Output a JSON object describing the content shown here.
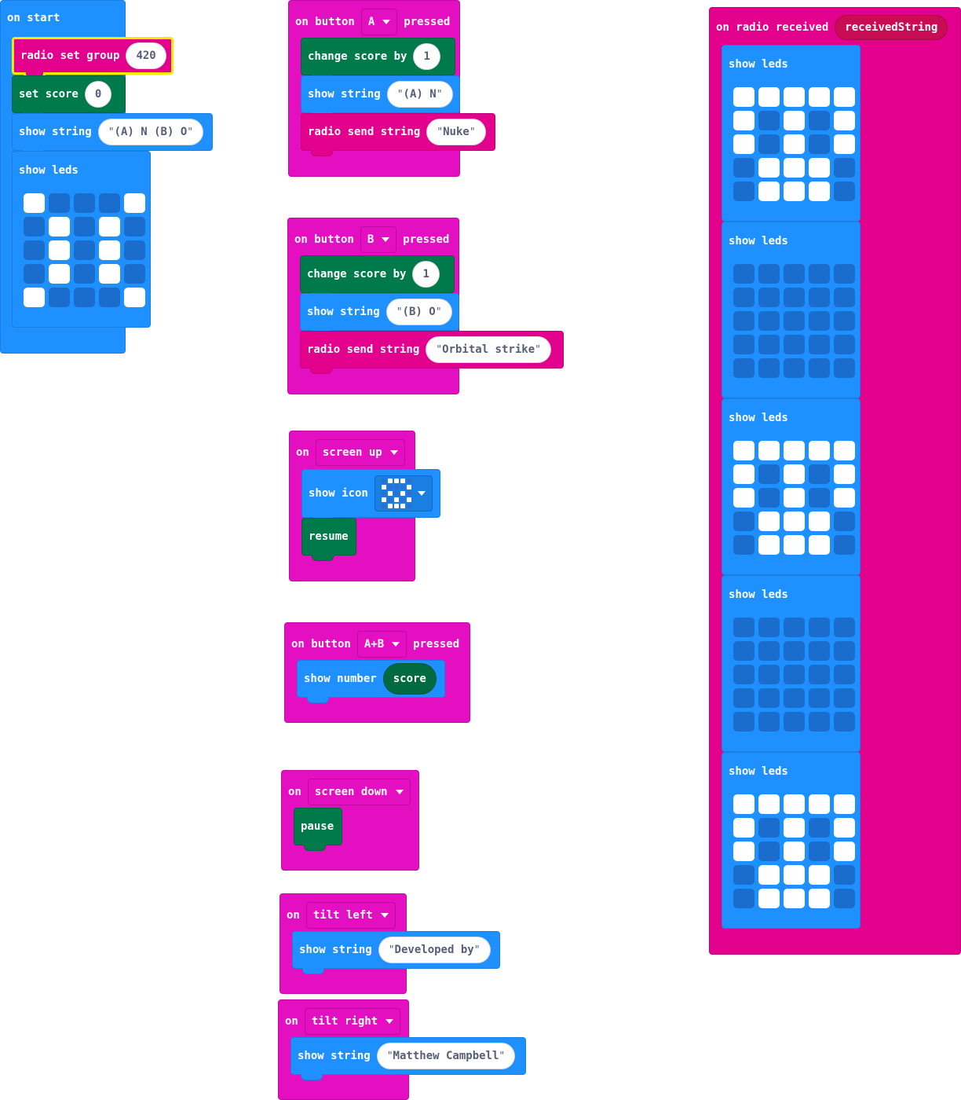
{
  "on_start": {
    "title": "on start",
    "radio_set_group": {
      "label": "radio set group",
      "value": "420"
    },
    "set_score": {
      "label": "set score",
      "value": "0"
    },
    "show_string": {
      "label": "show string",
      "value": "(A) N (B) O"
    },
    "show_leds": {
      "label": "show leds",
      "grid": [
        [
          1,
          0,
          0,
          0,
          1
        ],
        [
          0,
          1,
          0,
          1,
          0
        ],
        [
          0,
          1,
          0,
          1,
          0
        ],
        [
          0,
          1,
          0,
          1,
          0
        ],
        [
          1,
          0,
          0,
          0,
          1
        ]
      ]
    }
  },
  "button_a": {
    "on": "on button",
    "button": "A",
    "pressed": "pressed",
    "change_score": {
      "label": "change score by",
      "value": "1"
    },
    "show_string": {
      "label": "show string",
      "value": "(A) N"
    },
    "radio_send": {
      "label": "radio send string",
      "value": "Nuke"
    }
  },
  "button_b": {
    "on": "on button",
    "button": "B",
    "pressed": "pressed",
    "change_score": {
      "label": "change score by",
      "value": "1"
    },
    "show_string": {
      "label": "show string",
      "value": "(B) O"
    },
    "radio_send": {
      "label": "radio send string",
      "value": "Orbital strike"
    }
  },
  "screen_up": {
    "on": "on",
    "gesture": "screen up",
    "show_icon": {
      "label": "show icon",
      "grid": [
        [
          0,
          1,
          1,
          1,
          0
        ],
        [
          1,
          0,
          0,
          0,
          1
        ],
        [
          0,
          1,
          0,
          1,
          0
        ],
        [
          1,
          0,
          1,
          0,
          1
        ],
        [
          0,
          1,
          1,
          1,
          0
        ]
      ]
    },
    "resume": "resume"
  },
  "button_ab": {
    "on": "on button",
    "button": "A+B",
    "pressed": "pressed",
    "show_number": {
      "label": "show number",
      "var": "score"
    }
  },
  "screen_down": {
    "on": "on",
    "gesture": "screen down",
    "pause": "pause"
  },
  "tilt_left": {
    "on": "on",
    "gesture": "tilt left",
    "show_string": {
      "label": "show string",
      "value": "Developed by"
    }
  },
  "tilt_right": {
    "on": "on",
    "gesture": "tilt right",
    "show_string": {
      "label": "show string",
      "value": "Matthew Campbell"
    }
  },
  "radio_received": {
    "title": "on radio received",
    "var": "receivedString",
    "show_leds_label": "show leds",
    "frames": [
      [
        [
          1,
          1,
          1,
          1,
          1
        ],
        [
          1,
          0,
          1,
          0,
          1
        ],
        [
          1,
          0,
          1,
          0,
          1
        ],
        [
          0,
          1,
          1,
          1,
          0
        ],
        [
          0,
          1,
          1,
          1,
          0
        ]
      ],
      [
        [
          0,
          0,
          0,
          0,
          0
        ],
        [
          0,
          0,
          0,
          0,
          0
        ],
        [
          0,
          0,
          0,
          0,
          0
        ],
        [
          0,
          0,
          0,
          0,
          0
        ],
        [
          0,
          0,
          0,
          0,
          0
        ]
      ],
      [
        [
          1,
          1,
          1,
          1,
          1
        ],
        [
          1,
          0,
          1,
          0,
          1
        ],
        [
          1,
          0,
          1,
          0,
          1
        ],
        [
          0,
          1,
          1,
          1,
          0
        ],
        [
          0,
          1,
          1,
          1,
          0
        ]
      ],
      [
        [
          0,
          0,
          0,
          0,
          0
        ],
        [
          0,
          0,
          0,
          0,
          0
        ],
        [
          0,
          0,
          0,
          0,
          0
        ],
        [
          0,
          0,
          0,
          0,
          0
        ],
        [
          0,
          0,
          0,
          0,
          0
        ]
      ],
      [
        [
          1,
          1,
          1,
          1,
          1
        ],
        [
          1,
          0,
          1,
          0,
          1
        ],
        [
          1,
          0,
          1,
          0,
          1
        ],
        [
          0,
          1,
          1,
          1,
          0
        ],
        [
          0,
          1,
          1,
          1,
          0
        ]
      ]
    ]
  },
  "colors": {
    "basic": "#1e90ff",
    "input": "#e30fc0",
    "variables": "#007a4b",
    "radio": "#e3008c"
  }
}
